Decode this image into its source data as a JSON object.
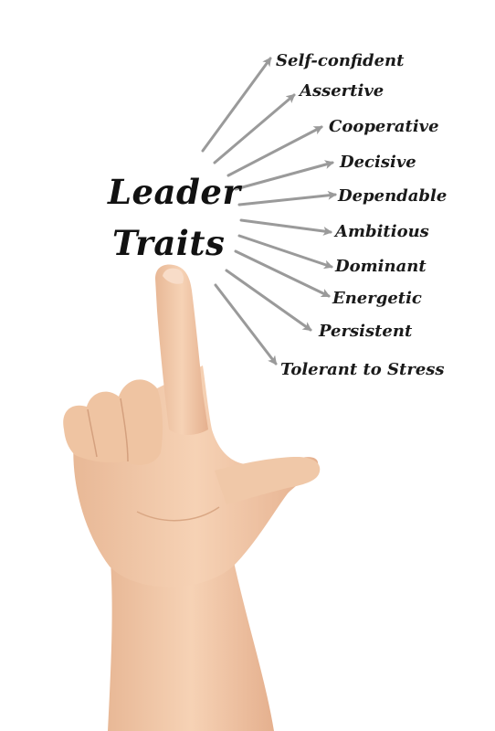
{
  "title": {
    "line1": "Leader",
    "line2": "Traits"
  },
  "traits": [
    "Self-confident",
    "Assertive",
    "Cooperative",
    "Decisive",
    "Dependable",
    "Ambitious",
    "Dominant",
    "Energetic",
    "Persistent",
    "Tolerant to Stress"
  ],
  "colors": {
    "arrow": "#9a9a9a",
    "text": "#111111",
    "skin": "#f2c9a8",
    "skin_shadow": "#dba485",
    "background": "#ffffff"
  },
  "icons": {
    "hand": "pointing-hand-icon",
    "arrow": "arrow-icon"
  }
}
